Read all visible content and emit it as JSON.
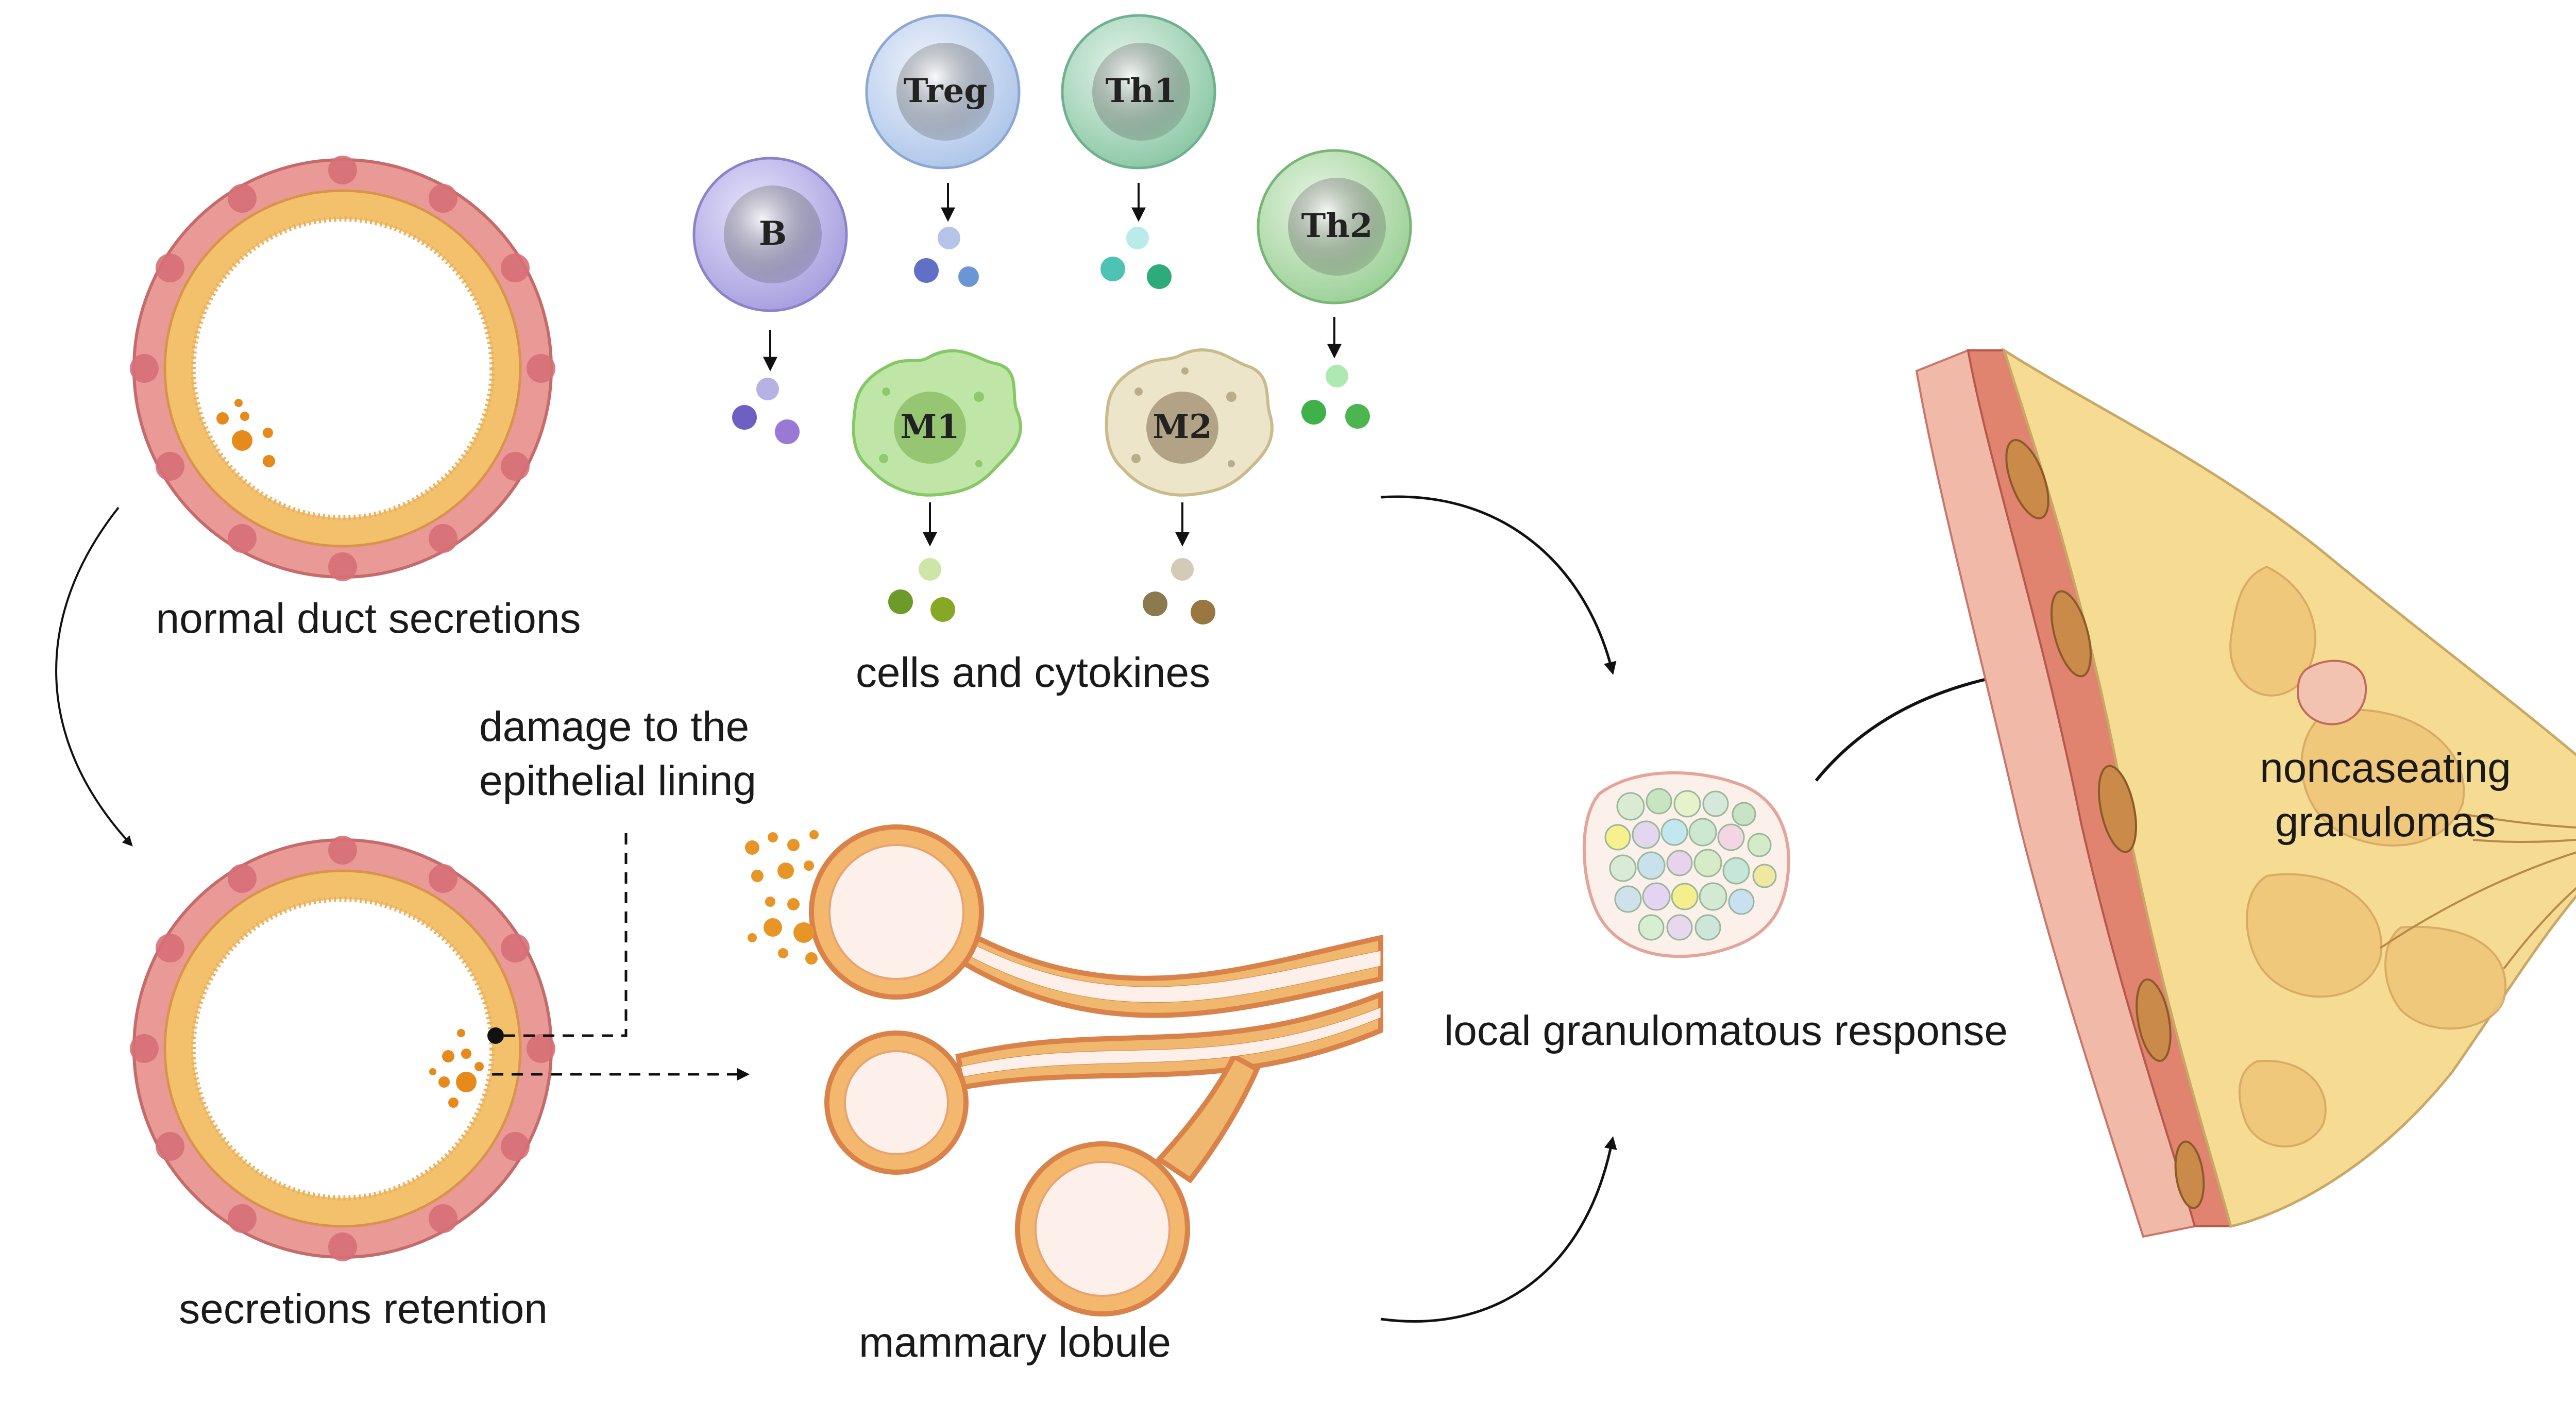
{
  "labels": {
    "normal_duct": "normal duct secretions",
    "secretions_retention": "secretions retention",
    "damage_line1": "damage to the",
    "damage_line2": "epithelial lining",
    "cells_cytokines": "cells and cytokines",
    "mammary_lobule": "mammary lobule",
    "local_response": "local granulomatous response",
    "noncaseating_line1": "noncaseating",
    "noncaseating_line2": "granulomas"
  },
  "cells": {
    "b": "B",
    "treg": "Treg",
    "th1": "Th1",
    "th2": "Th2",
    "m1": "M1",
    "m2": "M2"
  },
  "colors": {
    "duct_outer": "#e58a86",
    "duct_epithelium": "#f2be62",
    "secretion": "#e58b1f",
    "b_cell": "#b7b2e8",
    "treg_cell": "#c2d6f0",
    "th1_cell": "#a9d8c2",
    "th2_cell": "#b3dbb0",
    "m1_cell": "#b6e19a",
    "m2_cell": "#e9e2c4",
    "breast_tissue": "#f6dc92",
    "muscle": "#e0836f"
  }
}
